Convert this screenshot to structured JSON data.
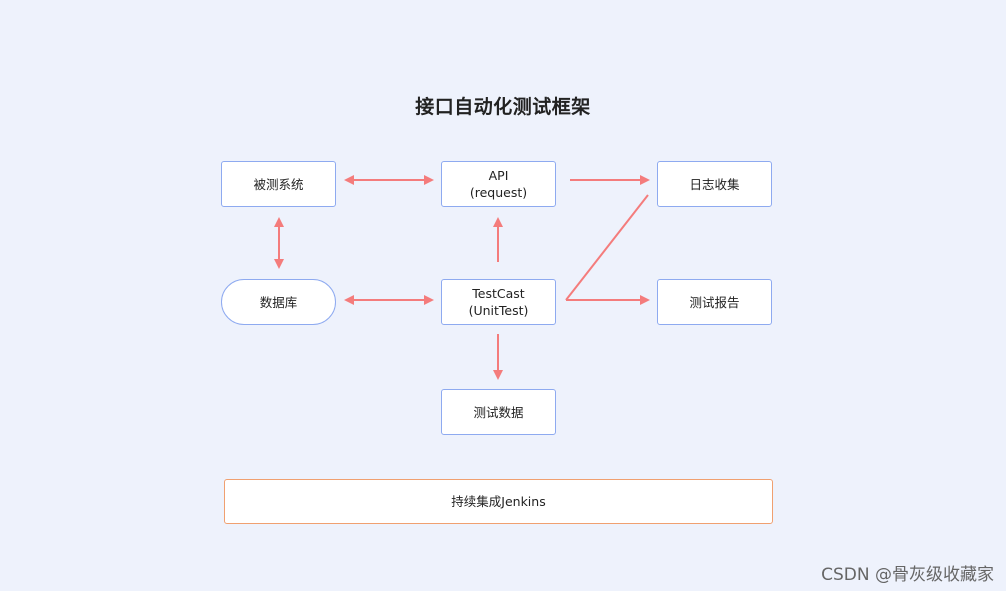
{
  "title": "接口自动化测试框架",
  "nodes": {
    "system_under_test": "被测系统",
    "api_line1": "API",
    "api_line2": "(request)",
    "log_collect": "日志收集",
    "database": "数据库",
    "testcast_line1": "TestCast",
    "testcast_line2": "(UnitTest)",
    "test_report": "测试报告",
    "test_data": "测试数据",
    "ci_jenkins": "持续集成Jenkins"
  },
  "watermark": "CSDN @骨灰级收藏家",
  "colors": {
    "background": "#eef2fc",
    "node_border": "#8eaaf0",
    "ci_border": "#f0a070",
    "arrow": "#f47c7c"
  }
}
